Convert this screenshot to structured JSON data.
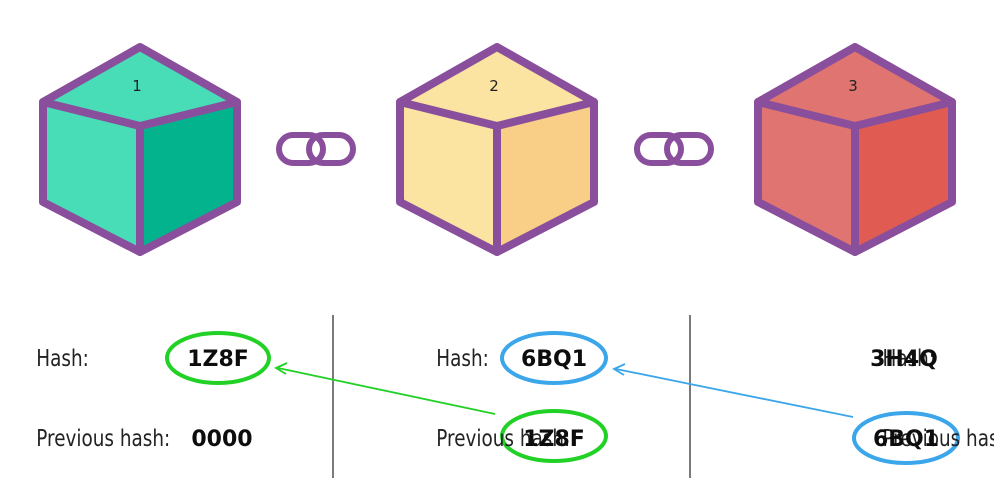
{
  "blocks": [
    {
      "number": "1",
      "hash_label": "Hash:",
      "hash": "1Z8F",
      "prev_label": "Previous hash:",
      "prev_hash": "0000"
    },
    {
      "number": "2",
      "hash_label": "Hash:",
      "hash": "6BQ1",
      "prev_label": "Previous hash:",
      "prev_hash": "1Z8F"
    },
    {
      "number": "3",
      "hash_label": "Hash:",
      "hash": "3H4Q",
      "prev_label": "Previous hash:",
      "prev_hash": "6BQ1"
    }
  ],
  "links": [
    {
      "from": "block-2-prev-hash",
      "to": "block-1-hash",
      "color": "#22d126"
    },
    {
      "from": "block-3-prev-hash",
      "to": "block-2-hash",
      "color": "#3ba6ea"
    }
  ],
  "colors": {
    "outline": "#8a4f9c",
    "block1_top": "#48dcb7",
    "block1_left": "#48dcb7",
    "block1_right": "#03b38e",
    "block2_top": "#fbe3a2",
    "block2_left": "#fbe3a2",
    "block2_right": "#f9cf87",
    "block3_top": "#e07470",
    "block3_left": "#e07470",
    "block3_right": "#e05c52",
    "divider": "#222222"
  },
  "icons": [
    "chain-link-icon",
    "chain-link-icon"
  ]
}
